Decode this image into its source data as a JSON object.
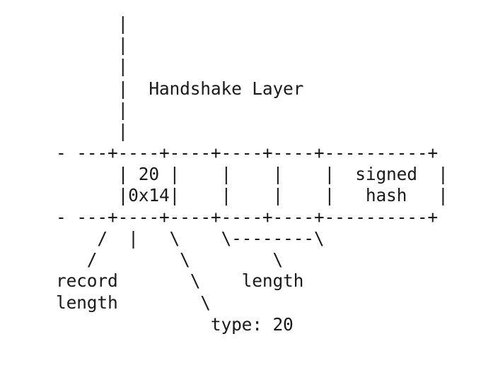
{
  "diagram": {
    "lines": [
      "      |",
      "      |",
      "      |",
      "      |  Handshake Layer",
      "      |",
      "      |",
      "- ---+----+----+----+----+----------+",
      "      | 20 |    |    |    |  signed  |",
      "      |0x14|    |    |    |   hash   |",
      "- ---+----+----+----+----+----------+",
      "    /  |   \\    \\--------\\",
      "   /        \\        \\",
      "record       \\    length",
      "length        \\",
      "               type: 20"
    ]
  }
}
